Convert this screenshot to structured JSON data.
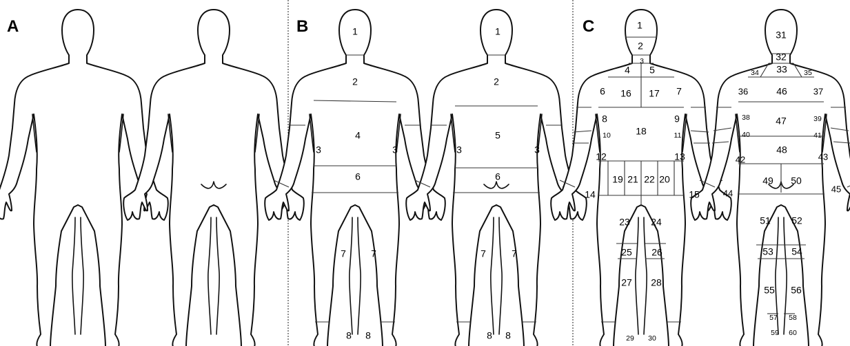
{
  "panels": [
    {
      "label": "A"
    },
    {
      "label": "B"
    },
    {
      "label": "C"
    }
  ],
  "panel_b_labels": [
    "1",
    "2",
    "4",
    "3",
    "3",
    "6",
    "7",
    "7",
    "8",
    "8",
    "1",
    "2",
    "5",
    "3",
    "3",
    "6",
    "7",
    "7",
    "8",
    "8"
  ],
  "panel_c_labels": [
    "1",
    "2",
    "3",
    "4",
    "5",
    "6",
    "16",
    "17",
    "7",
    "8",
    "18",
    "9",
    "10",
    "11",
    "12",
    "13",
    "19",
    "21",
    "22",
    "20",
    "14",
    "15",
    "23",
    "24",
    "25",
    "26",
    "27",
    "28",
    "29",
    "30",
    "31",
    "32",
    "33",
    "34",
    "35",
    "36",
    "46",
    "37",
    "38",
    "47",
    "39",
    "40",
    "41",
    "48",
    "42",
    "43",
    "49",
    "50",
    "44",
    "45",
    "51",
    "52",
    "53",
    "54",
    "55",
    "56",
    "57",
    "58",
    "59",
    "60"
  ],
  "colors": {
    "outline": "#111111",
    "background": "#ffffff"
  }
}
